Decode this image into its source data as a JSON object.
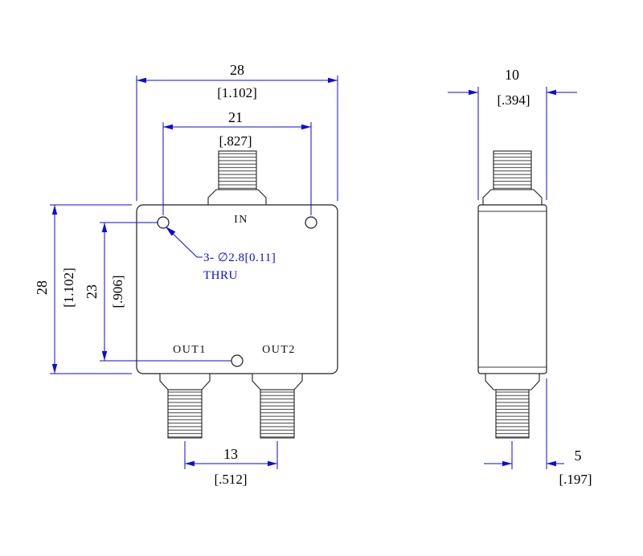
{
  "meta": {
    "drawing_type": "outline-dimension-drawing",
    "accent_color": "#0a0ae6",
    "line_color": "#1f1f1f"
  },
  "front_view": {
    "port_in": "IN",
    "port_out1": "OUT1",
    "port_out2": "OUT2",
    "note_line1": "3- ∅2.8[0.11]",
    "note_line2": "THRU"
  },
  "dims": {
    "width_mm": "28",
    "width_in": "[1.102]",
    "hole_span_mm": "21",
    "hole_span_in": "[.827]",
    "height_mm": "28",
    "height_in": "[1.102]",
    "hole_vspan_mm": "23",
    "hole_vspan_in": "[.906]",
    "out_span_mm": "13",
    "out_span_in": "[.512]",
    "depth_mm": "10",
    "depth_in": "[.394]",
    "offset_mm": "5",
    "offset_in": "[.197]"
  }
}
